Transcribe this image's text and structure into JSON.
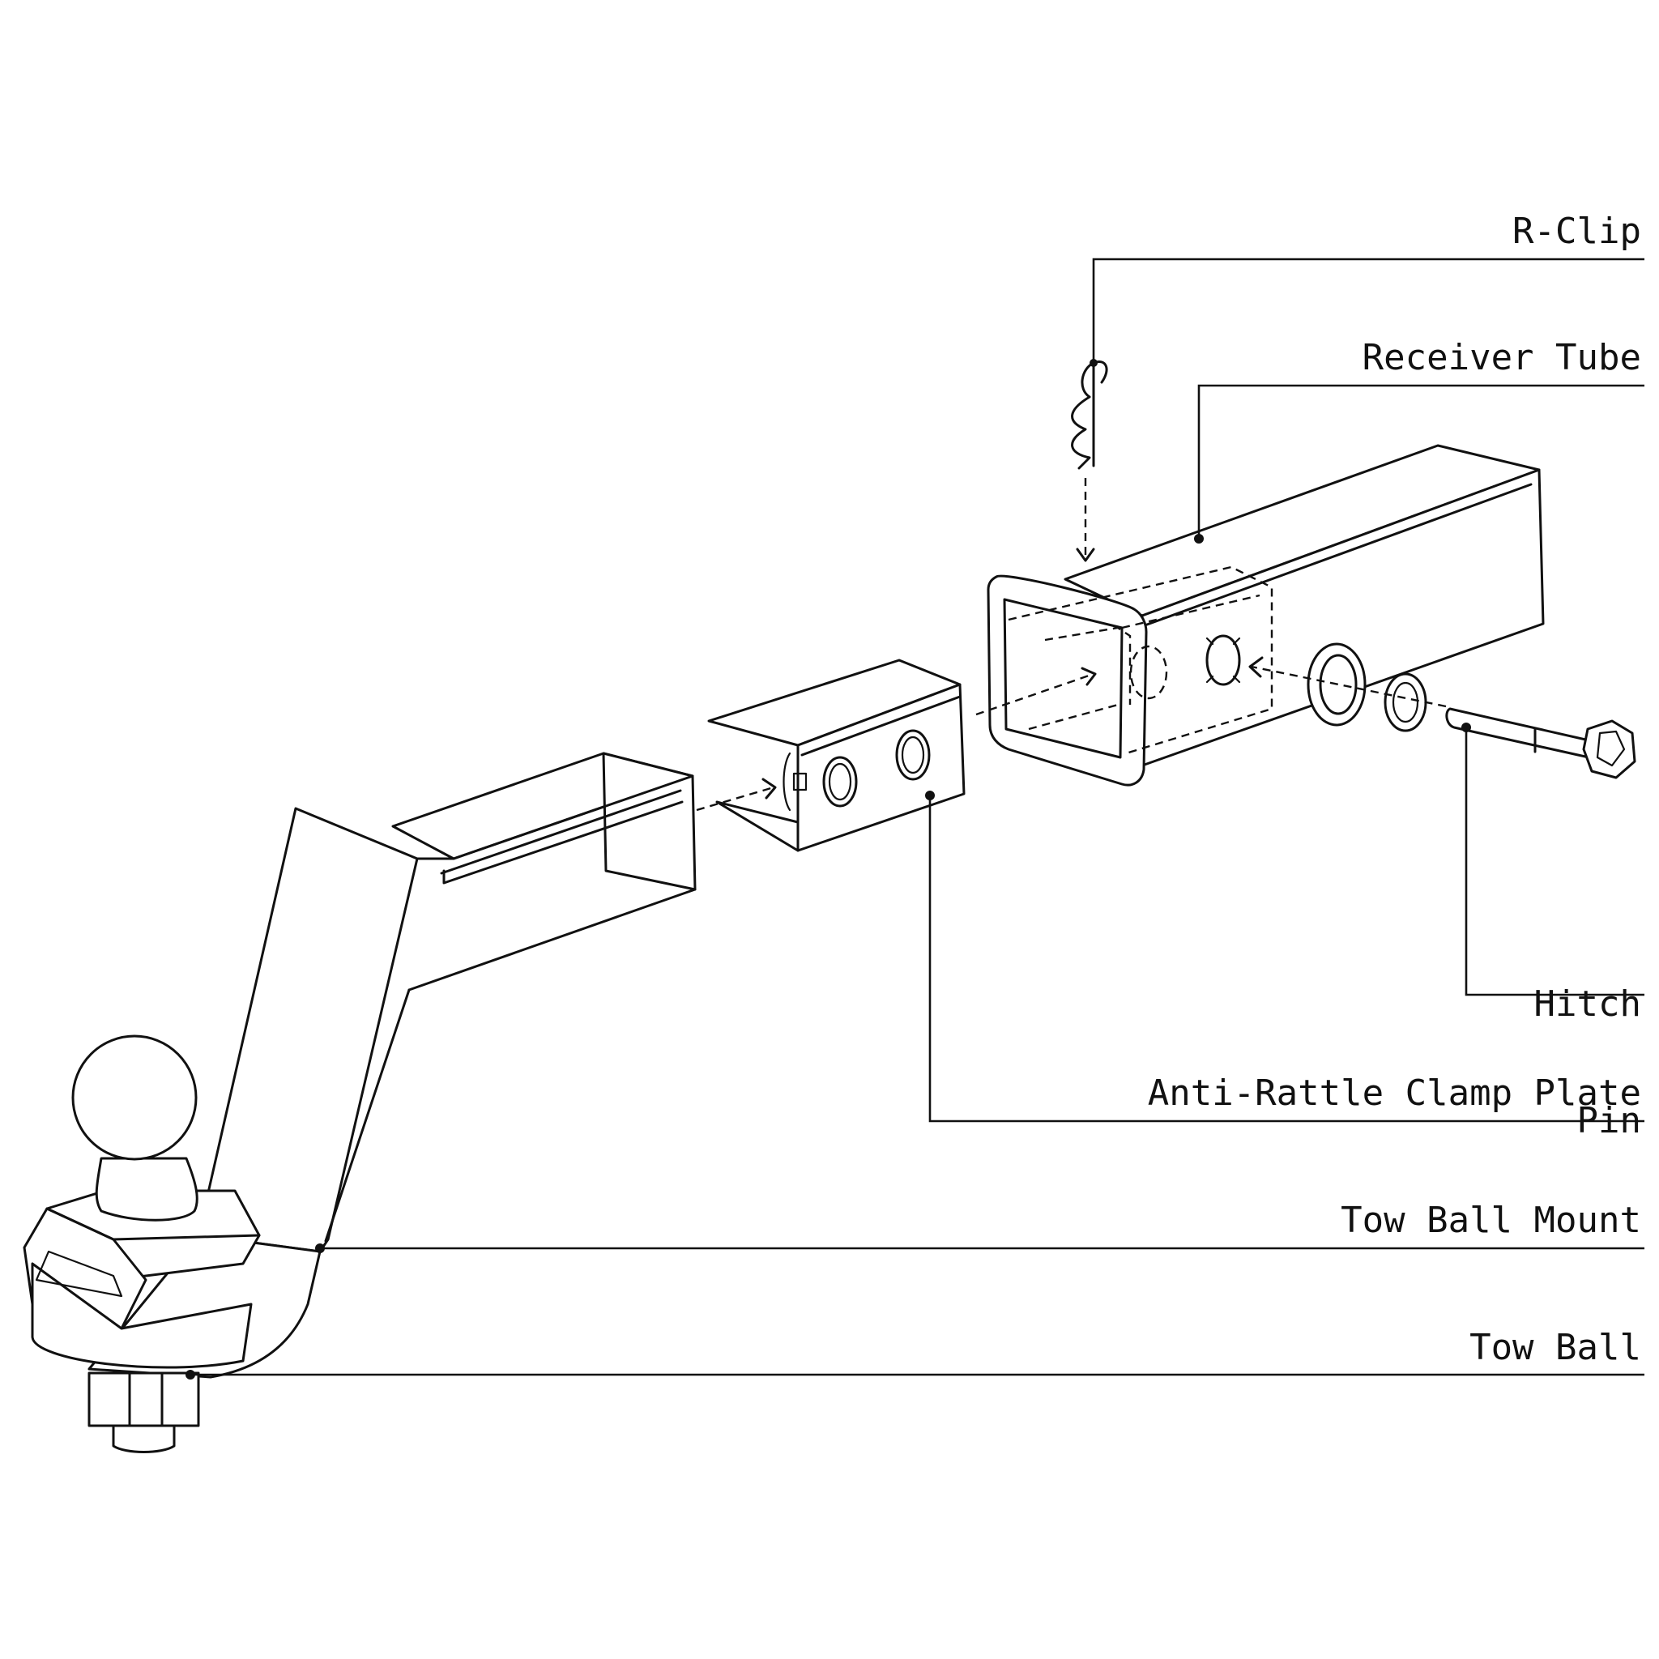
{
  "labels": {
    "r_clip": "R-Clip",
    "receiver_tube": "Receiver Tube",
    "hitch_pin_line1": "Hitch",
    "hitch_pin_line2": "Pin",
    "anti_rattle_clamp_plate": "Anti-Rattle Clamp Plate",
    "tow_ball_mount": "Tow Ball Mount",
    "tow_ball": "Tow Ball"
  },
  "colors": {
    "line": "#111111",
    "background": "#ffffff"
  }
}
